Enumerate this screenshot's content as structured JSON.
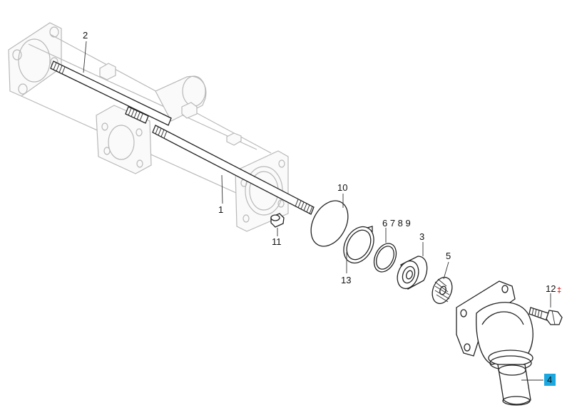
{
  "callouts": [
    {
      "id": "c2",
      "label": "2"
    },
    {
      "id": "c1",
      "label": "1"
    },
    {
      "id": "c10",
      "label": "10"
    },
    {
      "id": "c11",
      "label": "11"
    },
    {
      "id": "c6789",
      "label": "6 7 8 9"
    },
    {
      "id": "c3",
      "label": "3"
    },
    {
      "id": "c13",
      "label": "13"
    },
    {
      "id": "c5",
      "label": "5"
    },
    {
      "id": "c12",
      "label": "12"
    },
    {
      "id": "c4",
      "label": "4"
    }
  ],
  "highlighted_part": "4",
  "colors": {
    "highlight": "#1ba8e0",
    "marker": "#e02020",
    "line": "#222222",
    "ghost": "#b8b8b8"
  },
  "markers": {
    "c12_marker": "red-dagger-marker"
  }
}
